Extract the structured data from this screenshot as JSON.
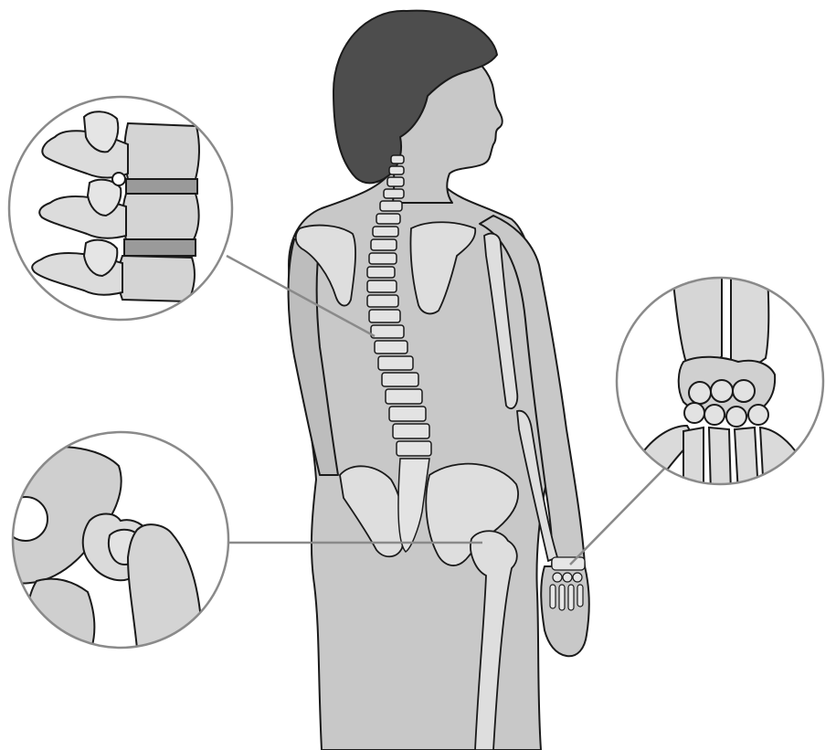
{
  "illustration": {
    "subject": "figure",
    "insets": [
      {
        "name": "spine-vertebrae-inset"
      },
      {
        "name": "hip-joint-inset"
      },
      {
        "name": "wrist-inset"
      }
    ]
  },
  "colors": {
    "background": "#ffffff",
    "body": "#c8c8c8",
    "bone": "#dedede",
    "bone_shadow": "#a9a9a9",
    "hair": "#4d4d4d",
    "outline": "#1a1a1a",
    "leader_line": "#8a8a8a"
  }
}
